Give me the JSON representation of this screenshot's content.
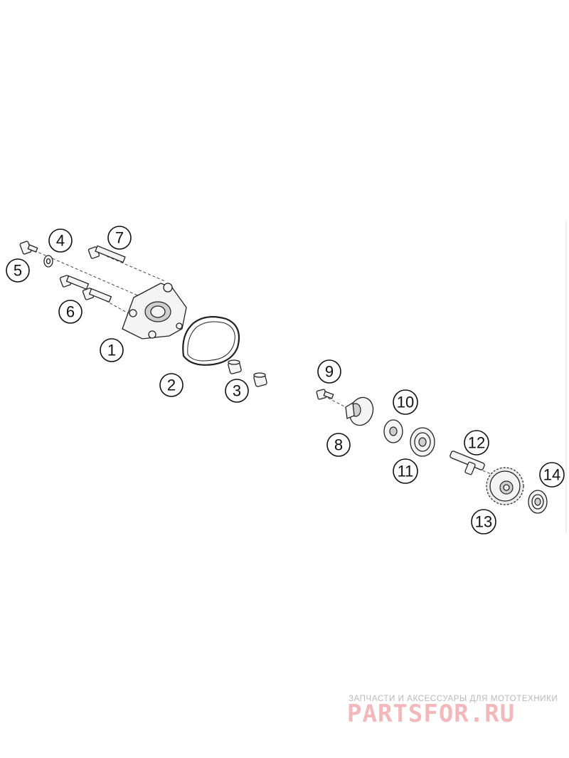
{
  "callouts": [
    {
      "label": "1"
    },
    {
      "label": "2"
    },
    {
      "label": "3"
    },
    {
      "label": "4"
    },
    {
      "label": "5"
    },
    {
      "label": "6"
    },
    {
      "label": "7"
    },
    {
      "label": "8"
    },
    {
      "label": "9"
    },
    {
      "label": "10"
    },
    {
      "label": "11"
    },
    {
      "label": "12"
    },
    {
      "label": "13"
    },
    {
      "label": "14"
    }
  ],
  "watermark": {
    "tagline": "ЗАПЧАСТИ И АКСЕССУАРЫ ДЛЯ МОТОТЕХНИКИ",
    "brand": "PARTSFOR.RU",
    "color": "#f2b9bd"
  }
}
